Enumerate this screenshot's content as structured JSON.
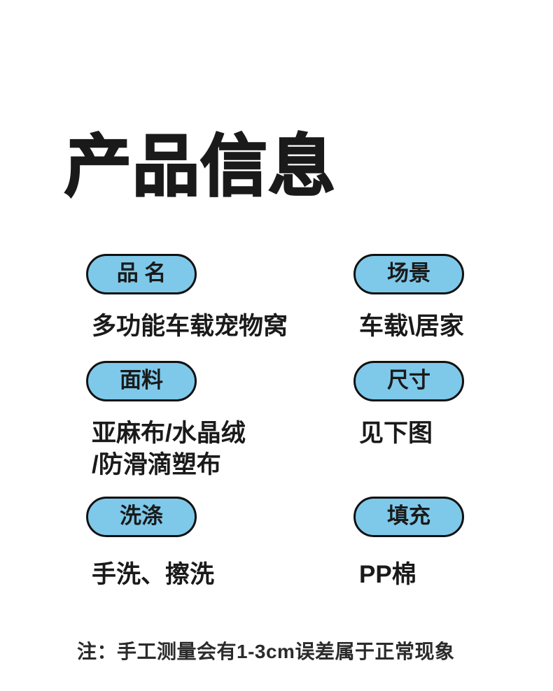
{
  "title": "产品信息",
  "specs": [
    {
      "label": "品 名",
      "value": "多功能车载宠物窝"
    },
    {
      "label": "场景",
      "value": "车载\\居家"
    },
    {
      "label": "面料",
      "value": "亚麻布/水晶绒\n/防滑滴塑布"
    },
    {
      "label": "尺寸",
      "value": "见下图"
    },
    {
      "label": "洗涤",
      "value": "手洗、擦洗"
    },
    {
      "label": "填充",
      "value": "PP棉"
    }
  ],
  "note": "注：手工测量会有1-3cm误差属于正常现象",
  "colors": {
    "pill_fill": "#7ec9ea",
    "pill_border": "#111111",
    "text": "#1a1a1a"
  }
}
